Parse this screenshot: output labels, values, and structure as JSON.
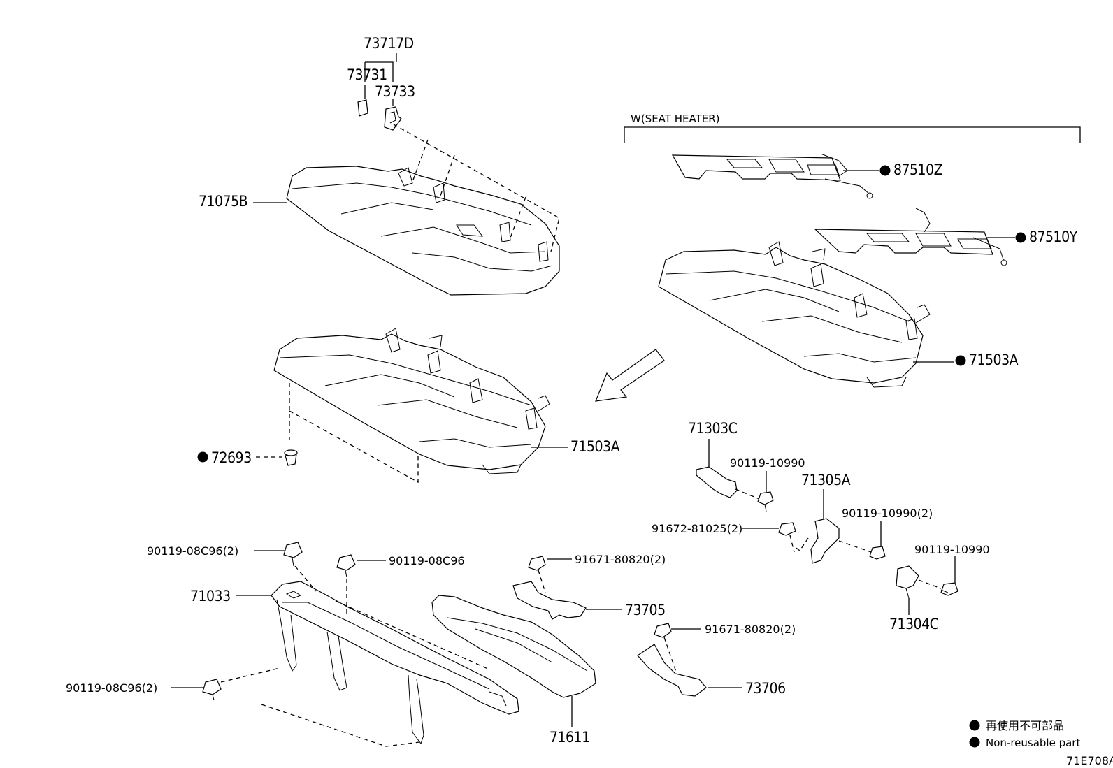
{
  "group_label": "W(SEAT HEATER)",
  "diagram_code": "71E708A",
  "legend": {
    "jp": "再使用不可部品",
    "en": "Non-reusable part"
  },
  "parts": {
    "p73717D": "73717D",
    "p73731": "73731",
    "p73733": "73733",
    "p71075B": "71075B",
    "p87510Z": "87510Z",
    "p87510Y": "87510Y",
    "p71503A_right": "71503A",
    "p71503A_left": "71503A",
    "p72693": "72693",
    "p71303C": "71303C",
    "p90119_10990_a": "90119-10990",
    "p71305A": "71305A",
    "p90119_10990_2": "90119-10990(2)",
    "p91672_81025_2": "91672-81025(2)",
    "p90119_10990_b": "90119-10990",
    "p71304C": "71304C",
    "p90119_08C96_2_top": "90119-08C96(2)",
    "p90119_08C96": "90119-08C96",
    "p91671_80820_2_a": "91671-80820(2)",
    "p71033": "71033",
    "p73705": "73705",
    "p91671_80820_2_b": "91671-80820(2)",
    "p73706": "73706",
    "p90119_08C96_2_bottom": "90119-08C96(2)",
    "p71611": "71611"
  }
}
